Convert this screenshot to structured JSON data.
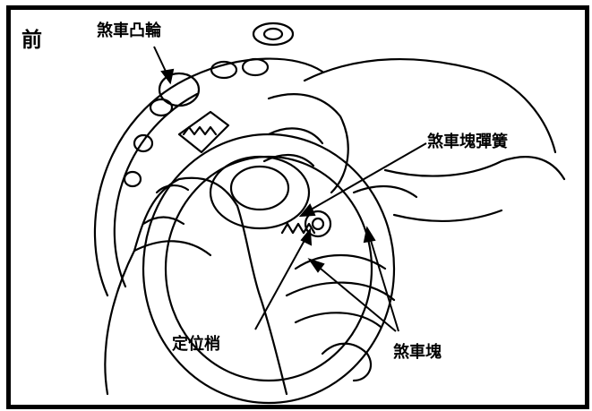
{
  "labels": {
    "front": "前",
    "brake_cam": "煞車凸輪",
    "brake_shoe_spring": "煞車塊彈簧",
    "locating_pin": "定位梢",
    "brake_shoe": "煞車塊"
  }
}
